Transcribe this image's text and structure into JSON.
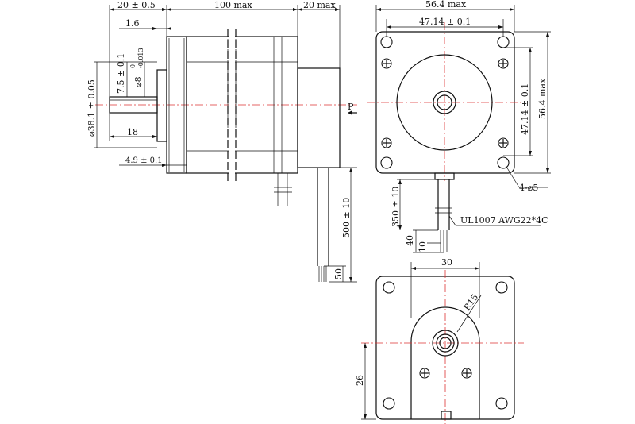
{
  "side_view": {
    "dim_flange_thickness": "20 ± 0.5",
    "dim_body_length": "100 max",
    "dim_rear_boss": "20 max",
    "dim_step": "1.6",
    "dim_flat": "7.5 ± 0.1",
    "dim_shaft_dia_prefix": "⌀8",
    "dim_shaft_tol_upper": "0",
    "dim_shaft_tol_lower": "-0.013",
    "dim_pilot_dia": "⌀38.1 ± 0.05",
    "dim_shaft_length": "18",
    "dim_pilot_depth": "4.9 ± 0.1",
    "view_arrow_label": "P",
    "dim_cable_length": "500 ± 10",
    "dim_strip_length": "50"
  },
  "front_view": {
    "dim_width": "56.4 max",
    "dim_hole_spacing_h": "47.14 ± 0.1",
    "dim_hole_spacing_v": "47.14 ± 0.1",
    "dim_height": "56.4 max",
    "dim_holes": "4-⌀5",
    "dim_lead_length": "350 ± 10",
    "dim_lead_a": "40",
    "dim_lead_b": "10",
    "cable_spec": "UL1007  AWG22*4C"
  },
  "rear_view": {
    "dim_boss_width": "30",
    "dim_radius": "R15",
    "dim_boss_offset": "26"
  }
}
